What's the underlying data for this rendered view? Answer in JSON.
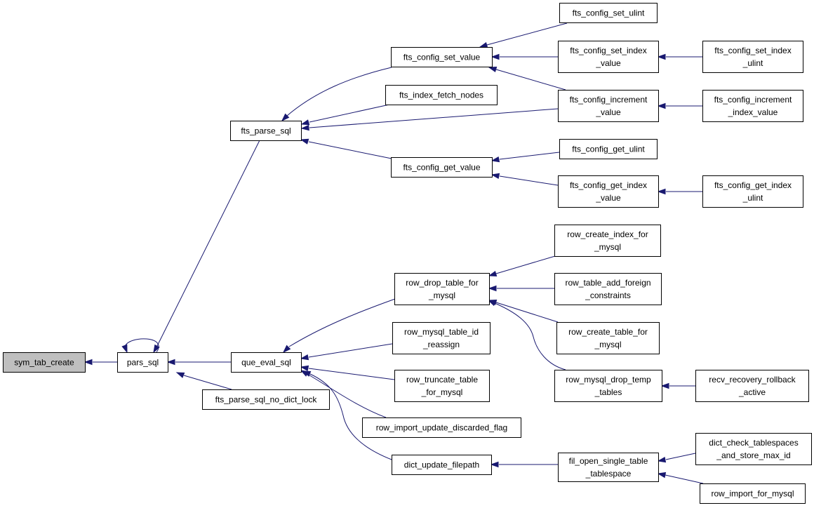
{
  "diagram": {
    "type": "call-graph",
    "colors": {
      "edge": "#191970",
      "root_fill": "#bfbfbf",
      "node_fill": "#ffffff",
      "border": "#000000"
    },
    "nodes": [
      {
        "id": "sym_tab_create",
        "lines": [
          "sym_tab_create"
        ],
        "root": true
      },
      {
        "id": "pars_sql",
        "lines": [
          "pars_sql"
        ]
      },
      {
        "id": "fts_parse_sql",
        "lines": [
          "fts_parse_sql"
        ]
      },
      {
        "id": "que_eval_sql",
        "lines": [
          "que_eval_sql"
        ]
      },
      {
        "id": "fts_parse_sql_no_dict_lock",
        "lines": [
          "fts_parse_sql_no_dict_lock"
        ]
      },
      {
        "id": "fts_config_set_value",
        "lines": [
          "fts_config_set_value"
        ]
      },
      {
        "id": "fts_index_fetch_nodes",
        "lines": [
          "fts_index_fetch_nodes"
        ]
      },
      {
        "id": "fts_config_get_value",
        "lines": [
          "fts_config_get_value"
        ]
      },
      {
        "id": "fts_config_set_ulint",
        "lines": [
          "fts_config_set_ulint"
        ]
      },
      {
        "id": "fts_config_set_index_value",
        "lines": [
          "fts_config_set_index",
          "_value"
        ]
      },
      {
        "id": "fts_config_increment_value",
        "lines": [
          "fts_config_increment",
          "_value"
        ]
      },
      {
        "id": "fts_config_get_ulint",
        "lines": [
          "fts_config_get_ulint"
        ]
      },
      {
        "id": "fts_config_get_index_value",
        "lines": [
          "fts_config_get_index",
          "_value"
        ]
      },
      {
        "id": "fts_config_set_index_ulint",
        "lines": [
          "fts_config_set_index",
          "_ulint"
        ]
      },
      {
        "id": "fts_config_increment_index_value",
        "lines": [
          "fts_config_increment",
          "_index_value"
        ]
      },
      {
        "id": "fts_config_get_index_ulint",
        "lines": [
          "fts_config_get_index",
          "_ulint"
        ]
      },
      {
        "id": "row_drop_table_for_mysql",
        "lines": [
          "row_drop_table_for",
          "_mysql"
        ]
      },
      {
        "id": "row_mysql_table_id_reassign",
        "lines": [
          "row_mysql_table_id",
          "_reassign"
        ]
      },
      {
        "id": "row_truncate_table_for_mysql",
        "lines": [
          "row_truncate_table",
          "_for_mysql"
        ]
      },
      {
        "id": "row_import_update_discarded_flag",
        "lines": [
          "row_import_update_discarded_flag"
        ]
      },
      {
        "id": "dict_update_filepath",
        "lines": [
          "dict_update_filepath"
        ]
      },
      {
        "id": "row_create_index_for_mysql",
        "lines": [
          "row_create_index_for",
          "_mysql"
        ]
      },
      {
        "id": "row_table_add_foreign_constraints",
        "lines": [
          "row_table_add_foreign",
          "_constraints"
        ]
      },
      {
        "id": "row_create_table_for_mysql",
        "lines": [
          "row_create_table_for",
          "_mysql"
        ]
      },
      {
        "id": "row_mysql_drop_temp_tables",
        "lines": [
          "row_mysql_drop_temp",
          "_tables"
        ]
      },
      {
        "id": "recv_recovery_rollback_active",
        "lines": [
          "recv_recovery_rollback",
          "_active"
        ]
      },
      {
        "id": "fil_open_single_table_tablespace",
        "lines": [
          "fil_open_single_table",
          "_tablespace"
        ]
      },
      {
        "id": "dict_check_tablespaces_and_store_max_id",
        "lines": [
          "dict_check_tablespaces",
          "_and_store_max_id"
        ]
      },
      {
        "id": "row_import_for_mysql",
        "lines": [
          "row_import_for_mysql"
        ]
      }
    ],
    "edges": [
      {
        "from": "pars_sql",
        "to": "sym_tab_create"
      },
      {
        "from": "pars_sql",
        "to": "pars_sql"
      },
      {
        "from": "fts_parse_sql",
        "to": "pars_sql"
      },
      {
        "from": "que_eval_sql",
        "to": "pars_sql"
      },
      {
        "from": "fts_parse_sql_no_dict_lock",
        "to": "pars_sql"
      },
      {
        "from": "fts_config_set_value",
        "to": "fts_parse_sql"
      },
      {
        "from": "fts_index_fetch_nodes",
        "to": "fts_parse_sql"
      },
      {
        "from": "fts_config_increment_value",
        "to": "fts_parse_sql"
      },
      {
        "from": "fts_config_get_value",
        "to": "fts_parse_sql"
      },
      {
        "from": "fts_config_set_ulint",
        "to": "fts_config_set_value"
      },
      {
        "from": "fts_config_set_index_value",
        "to": "fts_config_set_value"
      },
      {
        "from": "fts_config_increment_value",
        "to": "fts_config_set_value"
      },
      {
        "from": "fts_config_set_index_ulint",
        "to": "fts_config_set_index_value"
      },
      {
        "from": "fts_config_increment_index_value",
        "to": "fts_config_increment_value"
      },
      {
        "from": "fts_config_get_ulint",
        "to": "fts_config_get_value"
      },
      {
        "from": "fts_config_get_index_value",
        "to": "fts_config_get_value"
      },
      {
        "from": "fts_config_get_index_ulint",
        "to": "fts_config_get_index_value"
      },
      {
        "from": "row_drop_table_for_mysql",
        "to": "que_eval_sql"
      },
      {
        "from": "row_mysql_table_id_reassign",
        "to": "que_eval_sql"
      },
      {
        "from": "row_truncate_table_for_mysql",
        "to": "que_eval_sql"
      },
      {
        "from": "row_import_update_discarded_flag",
        "to": "que_eval_sql"
      },
      {
        "from": "dict_update_filepath",
        "to": "que_eval_sql"
      },
      {
        "from": "row_create_index_for_mysql",
        "to": "row_drop_table_for_mysql"
      },
      {
        "from": "row_table_add_foreign_constraints",
        "to": "row_drop_table_for_mysql"
      },
      {
        "from": "row_create_table_for_mysql",
        "to": "row_drop_table_for_mysql"
      },
      {
        "from": "row_mysql_drop_temp_tables",
        "to": "row_drop_table_for_mysql"
      },
      {
        "from": "recv_recovery_rollback_active",
        "to": "row_mysql_drop_temp_tables"
      },
      {
        "from": "fil_open_single_table_tablespace",
        "to": "dict_update_filepath"
      },
      {
        "from": "dict_check_tablespaces_and_store_max_id",
        "to": "fil_open_single_table_tablespace"
      },
      {
        "from": "row_import_for_mysql",
        "to": "fil_open_single_table_tablespace"
      }
    ]
  }
}
